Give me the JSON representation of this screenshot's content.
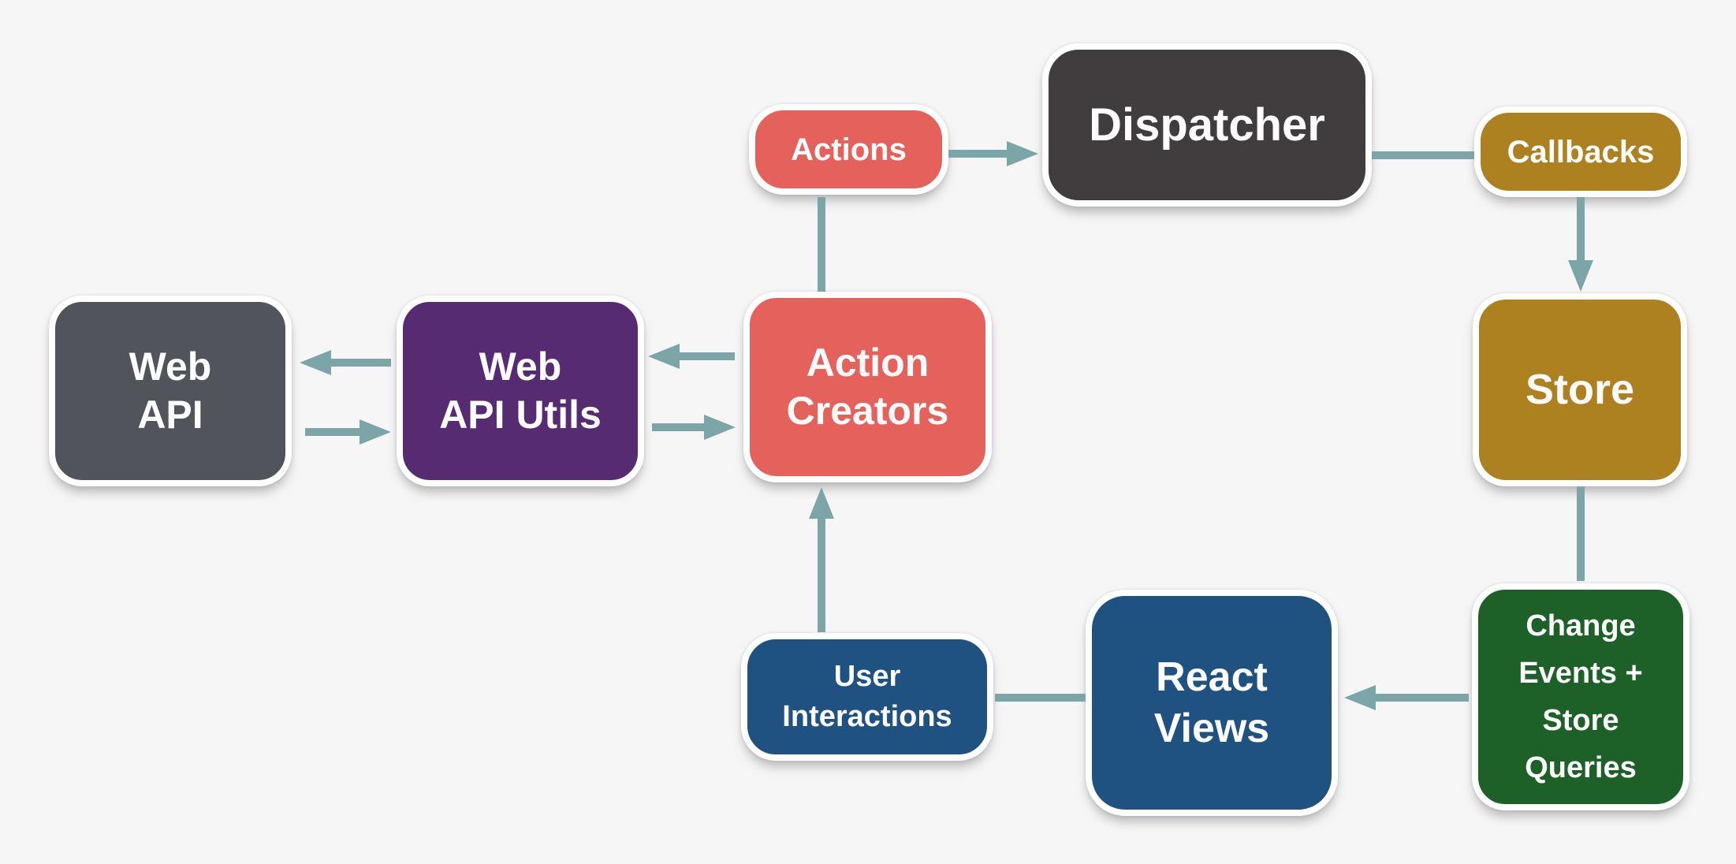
{
  "diagram": {
    "background": "#F7F6F6",
    "connector_color": "#7CA5A8",
    "node_border_color": "#FFFFFF",
    "text_color": "#FCFCFC",
    "nodes": {
      "web_api": {
        "label": "Web API",
        "lines": [
          "Web",
          "API"
        ],
        "color": "#51555B"
      },
      "web_api_utils": {
        "label": "Web API Utils",
        "lines": [
          "Web",
          "API Utils"
        ],
        "color": "#562B72"
      },
      "action_creators": {
        "label": "Action Creators",
        "lines": [
          "Action",
          "Creators"
        ],
        "color": "#E4615C"
      },
      "actions": {
        "label": "Actions",
        "lines": [
          "Actions"
        ],
        "color": "#E4615C"
      },
      "dispatcher": {
        "label": "Dispatcher",
        "lines": [
          "Dispatcher"
        ],
        "color": "#413D3E"
      },
      "callbacks": {
        "label": "Callbacks",
        "lines": [
          "Callbacks"
        ],
        "color": "#AE8120"
      },
      "store": {
        "label": "Store",
        "lines": [
          "Store"
        ],
        "color": "#AE8120"
      },
      "change_events": {
        "label": "Change Events + Store Queries",
        "lines": [
          "Change",
          "Events +",
          "Store",
          "Queries"
        ],
        "color": "#1D6128"
      },
      "react_views": {
        "label": "React Views",
        "lines": [
          "React",
          "Views"
        ],
        "color": "#1F5181"
      },
      "user_interactions": {
        "label": "User Interactions",
        "lines": [
          "User",
          "Interactions"
        ],
        "color": "#1F5181"
      }
    },
    "edges": [
      {
        "from": "actions",
        "to": "dispatcher",
        "arrow": true
      },
      {
        "from": "dispatcher",
        "to": "callbacks",
        "arrow": false
      },
      {
        "from": "callbacks",
        "to": "store",
        "arrow": true
      },
      {
        "from": "store",
        "to": "change_events",
        "arrow": false
      },
      {
        "from": "change_events",
        "to": "react_views",
        "arrow": true
      },
      {
        "from": "react_views",
        "to": "user_interactions",
        "arrow": false
      },
      {
        "from": "user_interactions",
        "to": "action_creators",
        "arrow": true
      },
      {
        "from": "action_creators",
        "to": "actions",
        "arrow": false
      },
      {
        "from": "action_creators",
        "to": "web_api_utils",
        "arrow": true
      },
      {
        "from": "web_api_utils",
        "to": "action_creators",
        "arrow": true
      },
      {
        "from": "web_api_utils",
        "to": "web_api",
        "arrow": true
      },
      {
        "from": "web_api",
        "to": "web_api_utils",
        "arrow": true
      }
    ]
  }
}
